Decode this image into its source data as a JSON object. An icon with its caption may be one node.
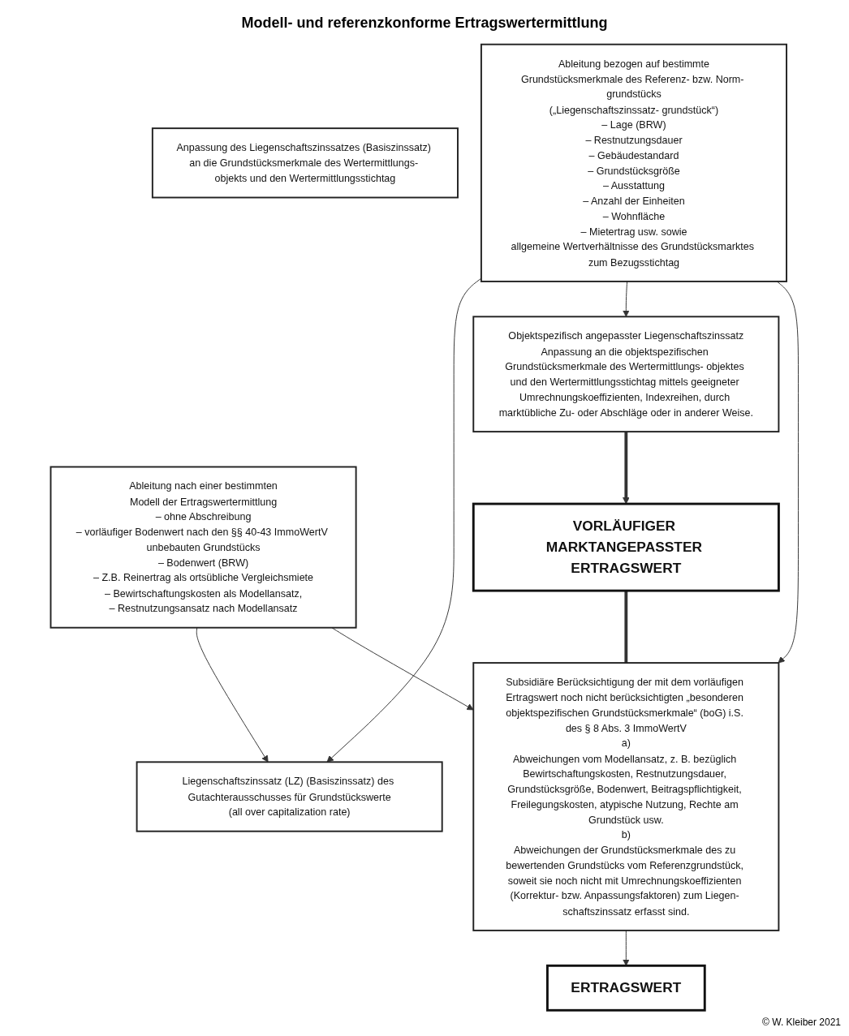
{
  "diagram": {
    "title": "Modell- und referenzkonforme Ertragswertermittlung",
    "nodes": [
      {
        "text": [
          "Ableitung nach einer bestimmten",
          "Modell der Ertragswertermittlung",
          "– ohne Abschreibung",
          "– vorläufiger Bodenwert nach den §§ 40-43 ImmoWertV unbebauten Grundstücks",
          "– Bodenwert (BRW)",
          "– Z.B. Reinertrag als ortsübliche Vergleichsmiete",
          "– Bewirtschaftungskosten als Modellansatz,",
          "– Restnutzungsansatz nach Modellansatz"
        ]
      },
      {
        "text": [
          "Liegenschaftszinssatz (LZ) (Basiszinssatz) des Gutachterausschusses für Grundstückswerte",
          "(all over capitalization rate)"
        ]
      },
      {
        "text": [
          "Anpassung des Liegenschaftszinssatzes (Basiszinssatz) an die Grundstücksmerkmale des Wertermittlungs- objekts und den Wertermittlungsstichtag"
        ]
      },
      {
        "text": [
          "Ableitung bezogen auf bestimmte",
          "Grundstücksmerkmale des Referenz- bzw. Norm- grundstücks",
          "(„Liegenschaftszinssatz- grundstück“)",
          "– Lage (BRW)",
          "– Restnutzungsdauer",
          "– Gebäudestandard",
          "– Grundstücksgröße",
          "– Ausstattung",
          "– Anzahl der Einheiten",
          "– Wohnfläche",
          "– Mietertrag usw. sowie",
          "allgemeine Wertverhältnisse des Grundstücksmarktes zum Bezugsstichtag"
        ]
      },
      {
        "text": [
          "Objektspezifisch angepasster Liegenschaftszinssatz",
          "Anpassung an die objektspezifischen Grundstücksmerkmale des Wertermittlungs- objektes und den Wertermittlungsstichtag mittels geeigneter Umrechnungskoeffizienten, Indexreihen, durch marktübliche Zu- oder Abschläge oder in anderer Weise."
        ]
      },
      {
        "text": [
          "VORLÄUFIGER MARKTANGEPASSTER ERTRAGSWERT"
        ]
      },
      {
        "text": [
          "Subsidiäre Berücksichtigung der mit dem vorläufigen Ertragswert noch nicht berücksichtigten „besonderen objektspezifischen Grundstücksmerkmale“ (boG) i.S. des § 8 Abs. 3 ImmoWertV",
          "a)",
          "Abweichungen vom Modellansatz, z. B. bezüglich Bewirtschaftungskosten, Restnutzungsdauer, Grundstücksgröße, Bodenwert, Beitragspflichtigkeit, Freilegungskosten, atypische Nutzung, Rechte am Grundstück usw.",
          "b)",
          "Abweichungen der Grundstücksmerkmale des zu bewertenden Grundstücks vom Referenzgrundstück, soweit sie noch nicht mit Umrechnungskoeffizienten (Korrektur- bzw. Anpassungsfaktoren) zum Liegen- schaftszinssatz erfasst sind."
        ]
      },
      {
        "text": [
          "ERTRAGSWERT"
        ]
      }
    ],
    "edges": [
      {
        "from": 0,
        "to": 1,
        "arrow": "to"
      },
      {
        "from": 3,
        "to": 1,
        "arrow": "to"
      },
      {
        "from": 3,
        "to": 4,
        "arrow": "to"
      },
      {
        "from": 4,
        "to": 5,
        "arrow": "to",
        "style": "thick"
      },
      {
        "from": 5,
        "to": 6,
        "arrow": "none",
        "style": "thick"
      },
      {
        "from": 0,
        "to": 6,
        "arrow": "to"
      },
      {
        "from": 3,
        "to": 6,
        "arrow": "to"
      },
      {
        "from": 6,
        "to": 7,
        "arrow": "to"
      }
    ],
    "labels": [
      "© W. Kleiber 2021"
    ]
  }
}
